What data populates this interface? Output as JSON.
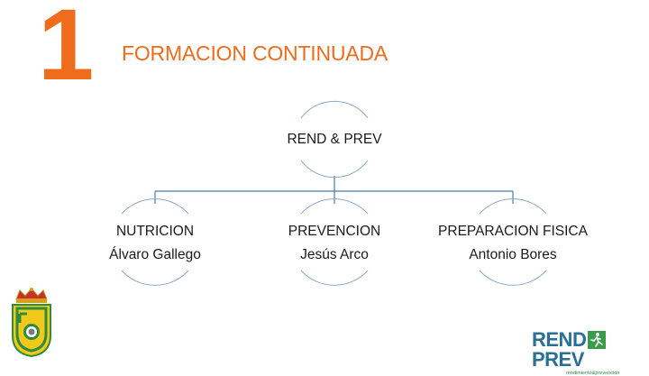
{
  "slide": {
    "number": "1",
    "title": "FORMACION CONTINUADA"
  },
  "diagram": {
    "root": {
      "label": "REND & PREV"
    },
    "children": [
      {
        "title": "NUTRICION",
        "person": "Álvaro Gallego"
      },
      {
        "title": "PREVENCION",
        "person": "Jesús Arco"
      },
      {
        "title": "PREPARACION FISICA",
        "person": "Antonio Bores"
      }
    ],
    "colors": {
      "connector": "#4a7ba6",
      "node_arc": "#8aa9c8",
      "accent": "#ee6c1c"
    }
  },
  "logos": {
    "crest": {
      "icon": "federation-crest-icon"
    },
    "brand": {
      "text_left": "REND",
      "text_right": "PREV",
      "tagline": "rendimiento&prevención",
      "icon": "runner-icon"
    }
  }
}
